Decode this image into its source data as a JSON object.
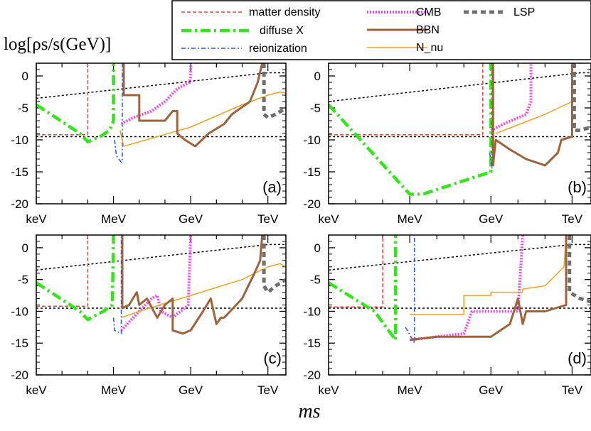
{
  "chart_data": {
    "type": "line",
    "ylabel": "log[ρs/s(GeV)]",
    "xlabel": "ms",
    "x_scale": "log",
    "x_unit": "GeV",
    "xlim": [
      1e-06,
      5000
    ],
    "ylim": [
      -20,
      2
    ],
    "x_ticks": [
      {
        "label": "keV",
        "value": 1e-06
      },
      {
        "label": "MeV",
        "value": 0.001
      },
      {
        "label": "GeV",
        "value": 1
      },
      {
        "label": "TeV",
        "value": 1000
      }
    ],
    "y_ticks": [
      0,
      -5,
      -10,
      -15,
      -20
    ],
    "legend": [
      {
        "key": "matter",
        "label": "matter density",
        "color": "#e8413a",
        "style": "dashed"
      },
      {
        "key": "diffuse",
        "label": "diffuse X",
        "color": "#33e61a",
        "style": "dashdot"
      },
      {
        "key": "reion",
        "label": "reionization",
        "color": "#2255ee",
        "style": "dashdot"
      },
      {
        "key": "cmb",
        "label": "CMB",
        "color": "#ee44ee",
        "style": "dotted"
      },
      {
        "key": "bbn",
        "label": "BBN",
        "color": "#a0623a",
        "style": "solid"
      },
      {
        "key": "nnu",
        "label": "N_nu",
        "color": "#f0a020",
        "style": "solid"
      },
      {
        "key": "lsp",
        "label": "LSP",
        "color": "#6f6f6f",
        "style": "dashed"
      }
    ],
    "panels": [
      {
        "label": "(a)",
        "series": {
          "upper": [
            [
              1e-06,
              -3.5
            ],
            [
              1000,
              0.5
            ],
            [
              5000,
              0.5
            ]
          ],
          "lower": [
            [
              1e-06,
              -9.5
            ],
            [
              5000,
              -9.5
            ]
          ],
          "matter": [
            [
              1e-06,
              -9.2
            ],
            [
              0.0001,
              -9.2
            ],
            [
              0.0001,
              2
            ]
          ],
          "diffuse": [
            [
              1e-06,
              -4.5
            ],
            [
              5e-05,
              -9
            ],
            [
              0.0001,
              -10.3
            ],
            [
              0.0003,
              -9.5
            ],
            [
              0.0007,
              -8.5
            ],
            [
              0.001,
              -7
            ],
            [
              0.001,
              2
            ]
          ],
          "reion": [
            [
              0.0011,
              -10
            ],
            [
              0.0013,
              -12.5
            ],
            [
              0.002,
              -13.5
            ],
            [
              0.0022,
              -13
            ],
            [
              0.0022,
              2
            ]
          ],
          "cmb": [
            [
              0.002,
              -7.5
            ],
            [
              0.006,
              -6.5
            ],
            [
              0.03,
              -5.5
            ],
            [
              0.1,
              -4
            ],
            [
              0.3,
              -2
            ],
            [
              0.9,
              -1
            ],
            [
              1,
              0
            ],
            [
              1,
              2
            ]
          ],
          "bbn": [
            [
              0.0025,
              2
            ],
            [
              0.0025,
              -3
            ],
            [
              0.01,
              -3
            ],
            [
              0.01,
              -7
            ],
            [
              0.1,
              -7
            ],
            [
              0.2,
              -5.5
            ],
            [
              0.3,
              -5.5
            ],
            [
              0.3,
              -9
            ],
            [
              0.6,
              -10
            ],
            [
              1.5,
              -11
            ],
            [
              5,
              -9
            ],
            [
              20,
              -7.5
            ],
            [
              40,
              -6
            ],
            [
              200,
              -4
            ],
            [
              400,
              -1
            ],
            [
              600,
              2
            ]
          ],
          "nnu": [
            [
              0.0018,
              -8.5
            ],
            [
              0.0025,
              -11
            ],
            [
              1,
              -8
            ],
            [
              100,
              -4.5
            ],
            [
              1000,
              -3
            ],
            [
              3000,
              -2.5
            ],
            [
              5000,
              -2.7
            ]
          ],
          "lsp": [
            [
              700,
              2
            ],
            [
              700,
              -6
            ],
            [
              1000,
              -6.5
            ],
            [
              2000,
              -6
            ],
            [
              5000,
              -5
            ]
          ]
        }
      },
      {
        "label": "(b)",
        "series": {
          "upper": [
            [
              1e-06,
              -4
            ],
            [
              2000,
              0.5
            ],
            [
              5000,
              0.5
            ]
          ],
          "lower": [
            [
              1e-06,
              -9.5
            ],
            [
              5000,
              -9.5
            ]
          ],
          "matter": [
            [
              1e-06,
              -9.2
            ],
            [
              0.5,
              -9.2
            ],
            [
              0.5,
              2
            ]
          ],
          "diffuse": [
            [
              1e-06,
              -4.5
            ],
            [
              0.001,
              -18.5
            ],
            [
              0.003,
              -18.5
            ],
            [
              1,
              -15
            ],
            [
              1,
              2
            ]
          ],
          "reion": [
            [
              0.9,
              -12
            ],
            [
              1.1,
              -14.5
            ],
            [
              1.1,
              2
            ]
          ],
          "cmb": [
            [
              1,
              -8.5
            ],
            [
              3,
              -7.5
            ],
            [
              20,
              -6
            ],
            [
              30,
              -4
            ],
            [
              30,
              2
            ]
          ],
          "bbn": [
            [
              1.2,
              2
            ],
            [
              1.2,
              -14
            ],
            [
              1.5,
              -10
            ],
            [
              5,
              -11.5
            ],
            [
              20,
              -13
            ],
            [
              100,
              -14
            ],
            [
              300,
              -12
            ],
            [
              400,
              -10
            ],
            [
              1000,
              -9.5
            ],
            [
              1000,
              2
            ]
          ],
          "nnu": [
            [
              1.5,
              -9
            ],
            [
              100,
              -6
            ],
            [
              1000,
              -4
            ],
            [
              1000,
              2
            ]
          ],
          "lsp": [
            [
              1200,
              2
            ],
            [
              1200,
              -8.5
            ],
            [
              2000,
              -8.5
            ],
            [
              5000,
              -8
            ]
          ]
        }
      },
      {
        "label": "(c)",
        "series": {
          "upper": [
            [
              1e-06,
              -3.5
            ],
            [
              1000,
              0.5
            ],
            [
              5000,
              0.5
            ]
          ],
          "lower": [
            [
              1e-06,
              -9.5
            ],
            [
              5000,
              -9.5
            ]
          ],
          "matter": [
            [
              1e-06,
              -9.2
            ],
            [
              0.0001,
              -9.2
            ],
            [
              0.0001,
              2
            ]
          ],
          "diffuse": [
            [
              1e-06,
              -5.5
            ],
            [
              5e-05,
              -10
            ],
            [
              0.0001,
              -11.3
            ],
            [
              0.0004,
              -10
            ],
            [
              0.0009,
              -9
            ],
            [
              0.001,
              2
            ]
          ],
          "reion": [
            [
              0.001,
              -11
            ],
            [
              0.0011,
              -13
            ],
            [
              0.002,
              -13.5
            ],
            [
              0.002,
              2
            ]
          ],
          "cmb": [
            [
              0.002,
              -13
            ],
            [
              0.01,
              -10
            ],
            [
              0.03,
              -8
            ],
            [
              0.05,
              -7.5
            ],
            [
              0.07,
              -10
            ],
            [
              0.2,
              -11
            ],
            [
              0.4,
              -10
            ],
            [
              0.8,
              -9
            ],
            [
              1,
              2
            ]
          ],
          "bbn": [
            [
              0.0022,
              2
            ],
            [
              0.0022,
              -9.5
            ],
            [
              0.004,
              -9
            ],
            [
              0.008,
              -7
            ],
            [
              0.01,
              -9
            ],
            [
              0.02,
              -8
            ],
            [
              0.05,
              -11
            ],
            [
              0.1,
              -9
            ],
            [
              0.2,
              -8
            ],
            [
              0.2,
              -13
            ],
            [
              0.5,
              -13.5
            ],
            [
              1,
              -13
            ],
            [
              3,
              -10
            ],
            [
              6,
              -8
            ],
            [
              10,
              -12
            ],
            [
              15,
              -11
            ],
            [
              20,
              -11
            ],
            [
              100,
              -8
            ],
            [
              300,
              -4
            ],
            [
              500,
              -2
            ],
            [
              600,
              2
            ]
          ],
          "nnu": [
            [
              0.002,
              -11
            ],
            [
              0.01,
              -10
            ],
            [
              1,
              -7.5
            ],
            [
              100,
              -5
            ],
            [
              1000,
              -3
            ],
            [
              3000,
              -2.5
            ],
            [
              5000,
              -3
            ]
          ],
          "lsp": [
            [
              700,
              2
            ],
            [
              700,
              -6
            ],
            [
              1000,
              -7
            ],
            [
              2000,
              -6
            ],
            [
              5000,
              -5
            ]
          ]
        }
      },
      {
        "label": "(d)",
        "series": {
          "upper": [
            [
              1e-06,
              -3.5
            ],
            [
              1000,
              0.5
            ],
            [
              5000,
              0.5
            ]
          ],
          "lower": [
            [
              1e-06,
              -9.5
            ],
            [
              5000,
              -9.5
            ]
          ],
          "matter": [
            [
              1e-06,
              -9.3
            ],
            [
              0.0001,
              -9.3
            ],
            [
              0.0001,
              2
            ]
          ],
          "diffuse": [
            [
              1e-06,
              -5.5
            ],
            [
              5e-05,
              -10
            ],
            [
              0.0003,
              -14.5
            ],
            [
              0.0003,
              2
            ]
          ],
          "reion": [
            [
              0.0007,
              -12.5
            ],
            [
              0.0015,
              -15
            ],
            [
              0.0015,
              2
            ]
          ],
          "cmb": [
            [
              0.001,
              -14.5
            ],
            [
              0.1,
              -13.5
            ],
            [
              0.2,
              -10
            ],
            [
              10,
              -10
            ],
            [
              15,
              2
            ]
          ],
          "bbn": [
            [
              0.001,
              -14.5
            ],
            [
              0.01,
              -14
            ],
            [
              1,
              -14
            ],
            [
              5,
              -12
            ],
            [
              10,
              -8
            ],
            [
              15,
              -12
            ],
            [
              20,
              -10
            ],
            [
              100,
              -10
            ],
            [
              600,
              -9
            ],
            [
              600,
              2
            ]
          ],
          "nnu": [
            [
              0.001,
              -10.5
            ],
            [
              0.1,
              -10.5
            ],
            [
              0.1,
              -7.5
            ],
            [
              1,
              -7.5
            ],
            [
              1,
              -7
            ],
            [
              15,
              -7
            ],
            [
              15,
              -6.5
            ],
            [
              100,
              -6
            ],
            [
              500,
              -3
            ],
            [
              600,
              2
            ]
          ],
          "lsp": [
            [
              800,
              2
            ],
            [
              800,
              -7
            ],
            [
              2000,
              -8
            ],
            [
              5000,
              -8.5
            ]
          ]
        }
      }
    ]
  }
}
